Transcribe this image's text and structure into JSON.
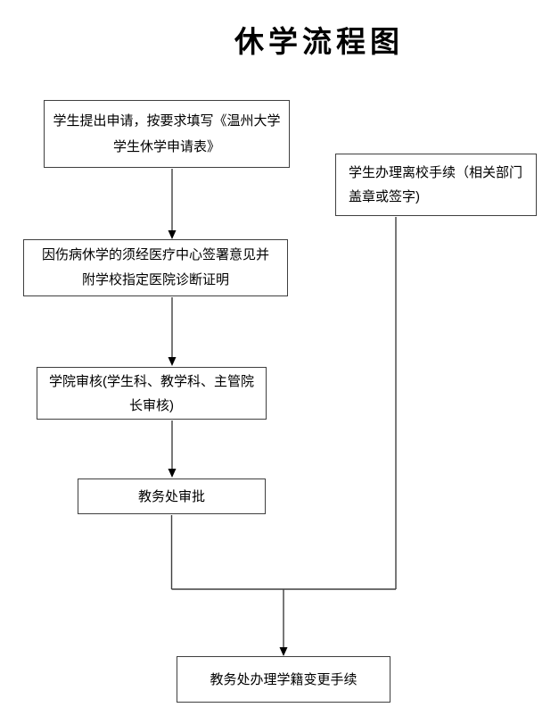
{
  "diagram": {
    "title": "休学流程图",
    "nodes": [
      {
        "id": "apply",
        "label": "学生提出申请，按要求填写《温州大学学生休学申请表》",
        "lines": [
          "学生提出申请，按要求填写《温州大学",
          "学生休学申请表》"
        ]
      },
      {
        "id": "medical",
        "label": "因伤病休学的须经医疗中心签署意见并附学校指定医院诊断证明",
        "lines": [
          "因伤病休学的须经医疗中心签署意见并",
          "附学校指定医院诊断证明"
        ]
      },
      {
        "id": "college-review",
        "label": "学院审核(学生科、教学科、主管院长审核)",
        "lines": [
          "学院审核(学生科、教学科、主管院",
          "长审核)"
        ]
      },
      {
        "id": "aao-approval",
        "label": "教务处审批",
        "lines": [
          "教务处审批"
        ]
      },
      {
        "id": "leave-procedures",
        "label": "学生办理离校手续（相关部门盖章或签字)",
        "lines": [
          "学生办理离校手续（相关部门",
          "盖章或签字)"
        ]
      },
      {
        "id": "status-change",
        "label": "教务处办理学籍变更手续",
        "lines": [
          "教务处办理学籍变更手续"
        ]
      }
    ],
    "edges": [
      {
        "from": "apply",
        "to": "medical",
        "arrow": true
      },
      {
        "from": "medical",
        "to": "college-review",
        "arrow": true
      },
      {
        "from": "college-review",
        "to": "aao-approval",
        "arrow": true
      },
      {
        "from": "aao-approval",
        "to": "status-change",
        "arrow": true
      },
      {
        "from": "leave-procedures",
        "to": "status-change",
        "arrow": true
      }
    ],
    "colors": {
      "background": "#ffffff",
      "line": "#3f3f3f",
      "arrowhead": "#000000",
      "text": "#000000"
    }
  }
}
